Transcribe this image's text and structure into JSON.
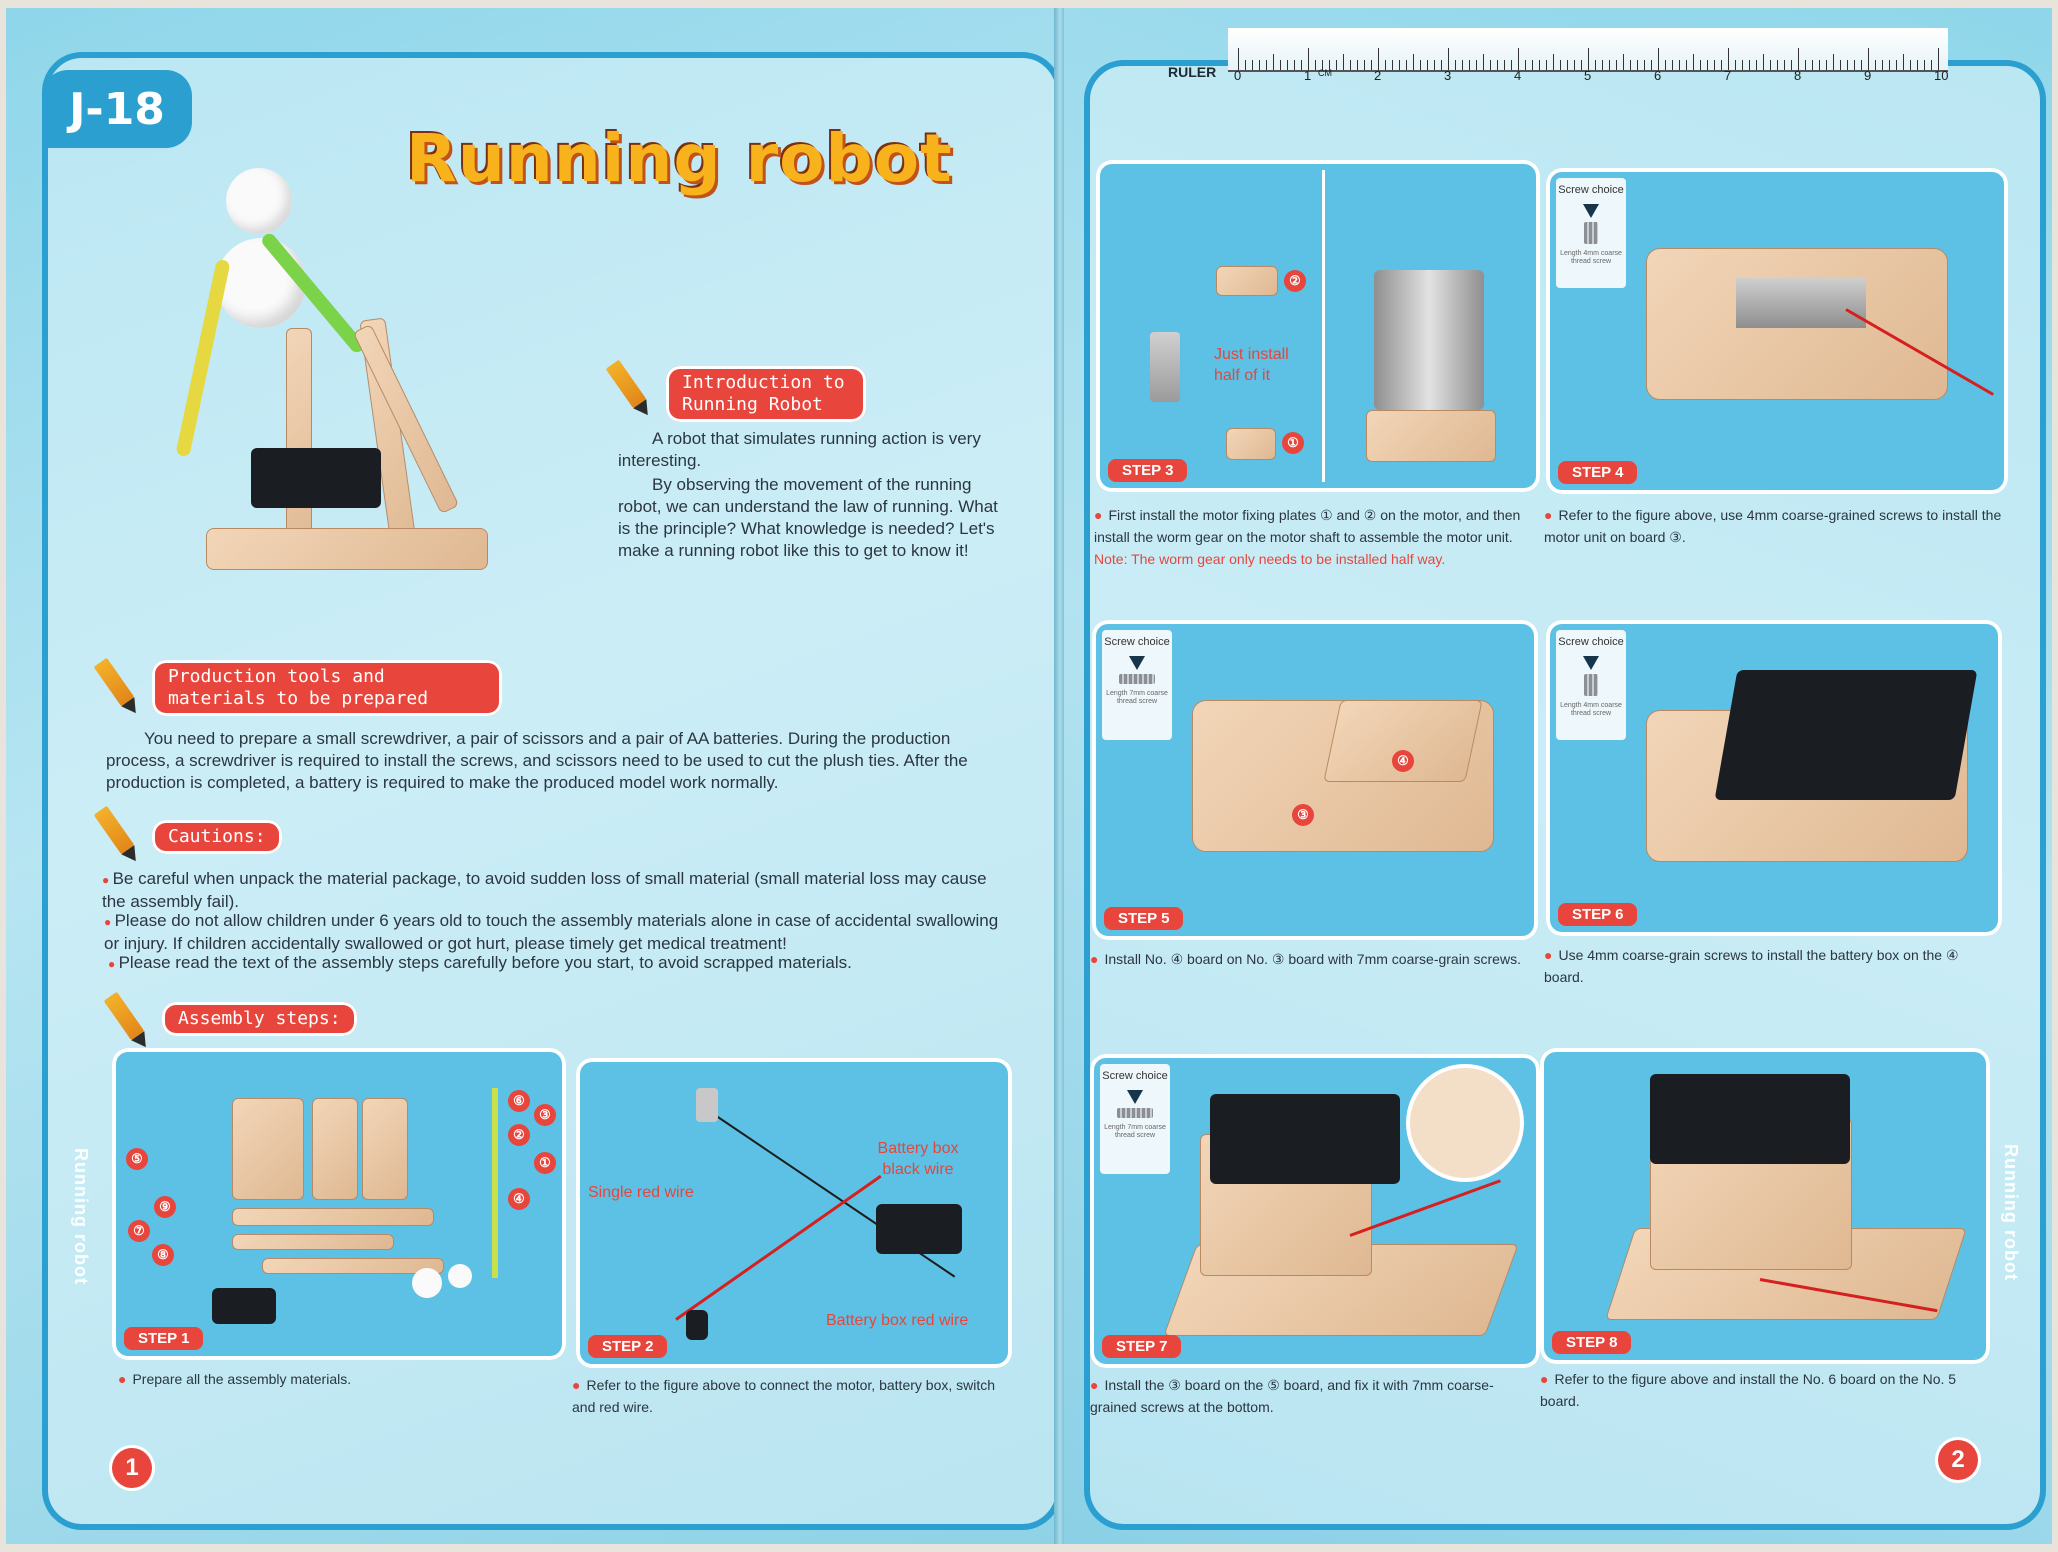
{
  "left_page": {
    "code": "J-18",
    "title": "Running robot",
    "intro": {
      "heading": "Introduction to Running Robot",
      "para1": "A robot that simulates running action is very interesting.",
      "para2": "By observing the movement of the running robot, we can understand the law of running. What is the principle? What knowledge is needed? Let's make a running robot like this to get to know it!"
    },
    "tools": {
      "heading": "Production tools and materials to be prepared",
      "text": "You need to prepare a small screwdriver, a pair of scissors and a pair of AA batteries. During the production process, a screwdriver is required to install the screws, and scissors need to be used to cut the plush ties. After the production is completed, a battery is required to make the produced model work normally."
    },
    "cautions": {
      "heading": "Cautions:",
      "items": [
        "Be careful when unpack the material package, to avoid sudden loss of small material (small material loss may cause the assembly fail).",
        "Please do not allow children under 6 years old to touch the assembly materials alone in case of accidental swallowing or injury. If children accidentally swallowed or got hurt, please timely get medical treatment!",
        "Please read the text of the assembly steps carefully before you start, to avoid scrapped materials."
      ]
    },
    "assembly_heading": "Assembly steps:",
    "step1": {
      "tag": "STEP 1",
      "caption": "Prepare all the assembly materials.",
      "parts": [
        "⑥",
        "③",
        "②",
        "①",
        "⑤",
        "④",
        "⑨",
        "⑦",
        "⑧"
      ]
    },
    "step2": {
      "tag": "STEP 2",
      "caption": "Refer to the figure above to connect the motor, battery box, switch and red wire.",
      "label_black": "Battery box black wire",
      "label_single": "Single red wire",
      "label_red": "Battery box red wire"
    },
    "side_label": "Running robot",
    "page_number": "1"
  },
  "right_page": {
    "ruler_label": "RULER",
    "ruler_numbers": [
      "0",
      "1",
      "2",
      "3",
      "4",
      "5",
      "6",
      "7",
      "8",
      "9",
      "10"
    ],
    "ruler_unit": "CM",
    "step3": {
      "tag": "STEP 3",
      "label": "Just install half of it",
      "num_a": "②",
      "num_b": "①",
      "caption": "First install the motor fixing plates ① and ② on the motor, and then install the worm gear on the motor shaft to assemble the motor unit.",
      "note": "Note: The worm gear only needs to be installed half way."
    },
    "step4": {
      "tag": "STEP 4",
      "screw_title": "Screw choice",
      "screw_desc": "Length 4mm coarse thread screw",
      "caption": "Refer to the figure above, use 4mm coarse-grained screws to install the motor unit on board ③."
    },
    "step5": {
      "tag": "STEP 5",
      "screw_title": "Screw choice",
      "screw_desc": "Length 7mm coarse thread screw",
      "caption": "Install No. ④ board on No. ③ board with 7mm coarse-grain screws."
    },
    "step6": {
      "tag": "STEP 6",
      "screw_title": "Screw choice",
      "screw_desc": "Length 4mm coarse thread screw",
      "caption": "Use 4mm coarse-grain screws to install the battery box on the ④ board."
    },
    "step7": {
      "tag": "STEP 7",
      "screw_title": "Screw choice",
      "screw_desc": "Length 7mm coarse thread screw",
      "caption": "Install the ③ board on the ⑤ board, and fix it with 7mm coarse-grained screws at the bottom."
    },
    "step8": {
      "tag": "STEP 8",
      "caption": "Refer to the figure above and install the No. 6 board on the No. 5 board."
    },
    "side_label": "Running robot",
    "page_number": "2"
  },
  "colors": {
    "accent_red": "#e8453c",
    "frame_blue": "#2a9fd0",
    "title_yellow": "#f7b21c",
    "panel_blue": "#5cc1e4"
  }
}
